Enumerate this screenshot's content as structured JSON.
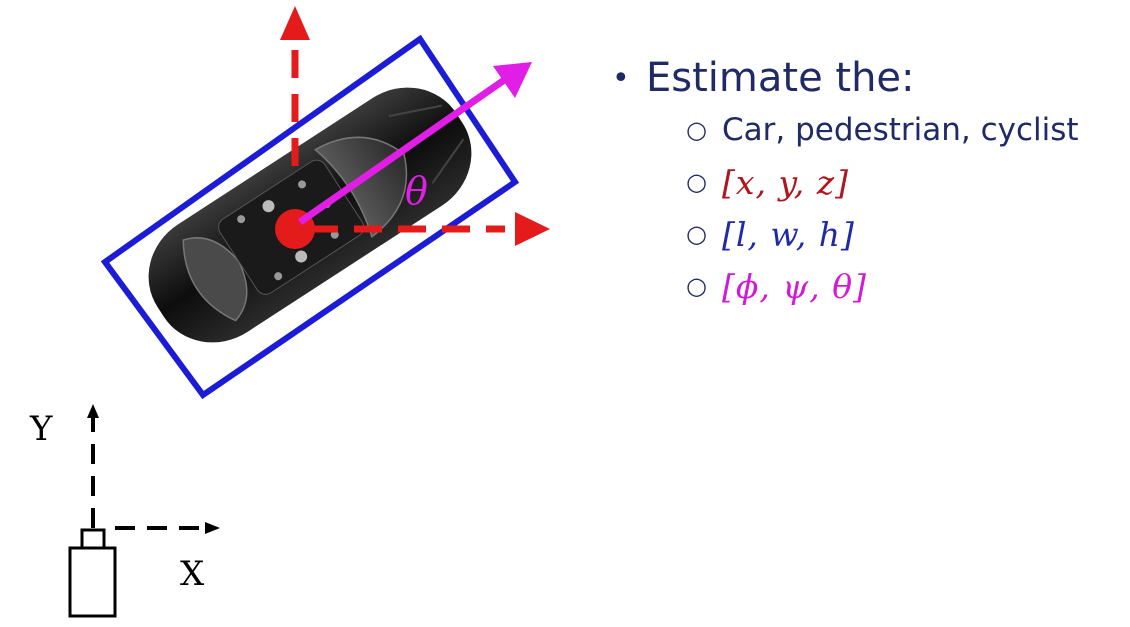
{
  "bullets": {
    "heading": "Estimate the:",
    "items": [
      {
        "text": "Car, pedestrian, cyclist",
        "color": "#1f2a66"
      },
      {
        "text": "[x, y, z]",
        "color": "#b0141c"
      },
      {
        "text": "[l, w, h]",
        "color": "#1f2aa8"
      },
      {
        "text": "[ϕ, ψ, θ]",
        "color": "#d21ad6"
      }
    ]
  },
  "diagram": {
    "angle_label": "θ",
    "axis_y_label": "Y",
    "axis_x_label": "X",
    "colors": {
      "bounding_box": "#1c1cd6",
      "position_axes": "#e31b1b",
      "heading_arrow": "#e01ee6",
      "sensor_axes": "#000000"
    }
  }
}
